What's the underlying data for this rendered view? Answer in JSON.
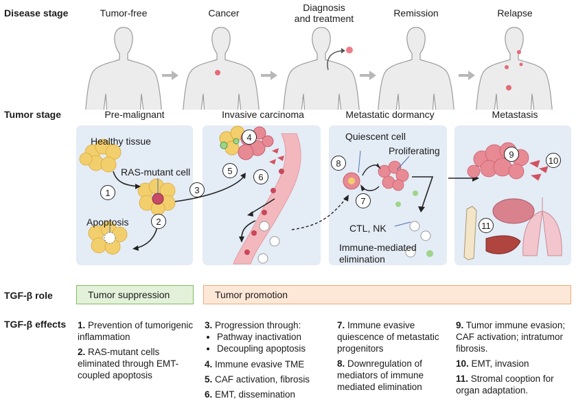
{
  "rows": {
    "disease_stage": "Disease stage",
    "tumor_stage": "Tumor stage",
    "tgf_role": "TGF-β role",
    "tgf_effects": "TGF-β effects"
  },
  "disease_stages": [
    "Tumor-free",
    "Cancer",
    "Diagnosis\nand treatment",
    "Remission",
    "Relapse"
  ],
  "tumor_stages": [
    "Pre-malignant",
    "Invasive carcinoma",
    "Metastatic dormancy",
    "Metastasis"
  ],
  "labels": {
    "healthy_tissue": "Healthy tissue",
    "ras_mutant": "RAS-mutant cell",
    "apoptosis": "Apoptosis",
    "quiescent": "Quiescent cell",
    "proliferating": "Proliferating",
    "ctl_nk": "CTL, NK",
    "immune_elim": "Immune-mediated\nelimination"
  },
  "numbers": [
    "1",
    "2",
    "3",
    "4",
    "5",
    "6",
    "7",
    "8",
    "9",
    "10",
    "11"
  ],
  "roles": {
    "suppression": "Tumor suppression",
    "promotion": "Tumor promotion"
  },
  "effects": {
    "e1_n": "1.",
    "e1": " Prevention of tumorigenic inflammation",
    "e2_n": "2.",
    "e2": " RAS-mutant cells eliminated through EMT-coupled apoptosis",
    "e3_n": "3.",
    "e3": " Progression through:",
    "e3_a": "Pathway inactivation",
    "e3_b": "Decoupling apoptosis",
    "e4_n": "4.",
    "e4": " Immune evasive TME",
    "e5_n": "5.",
    "e5": " CAF activation, fibrosis",
    "e6_n": "6.",
    "e6": " EMT, dissemination",
    "e7_n": "7.",
    "e7": " Immune evasive quiescence of metastatic progenitors",
    "e8_n": "8.",
    "e8": " Downregulation of mediators of immune mediated elimination",
    "e9_n": "9.",
    "e9": " Tumor immune evasion; CAF activation; intratumor fibrosis.",
    "e10_n": "10.",
    "e10": " EMT, invasion",
    "e11_n": "11.",
    "e11": " Stromal cooption for organ adaptation."
  },
  "colors": {
    "panel": "#e4ecf6",
    "suppression_fill": "#e3f1da",
    "suppression_border": "#7cbf5a",
    "promotion_fill": "#fde8d8",
    "promotion_border": "#f0a878",
    "tumor_pink": "#e88a94",
    "cell_yellow": "#f2cf6c",
    "vessel": "#f3b8bd"
  }
}
